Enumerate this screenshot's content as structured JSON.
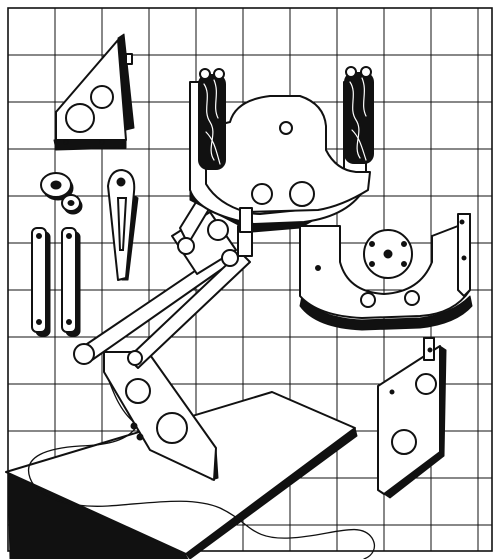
{
  "colors": {
    "ink": "#111111",
    "paper": "#ffffff"
  },
  "components": [
    "grid-background",
    "corner-bracket-plate",
    "washer",
    "small-nut",
    "pivot-link",
    "straight-link",
    "u-cradle-with-wooden-grips",
    "dished-u-plate",
    "parallel-arm-linkage",
    "angled-base-plate",
    "wire-cord",
    "end-plate"
  ]
}
